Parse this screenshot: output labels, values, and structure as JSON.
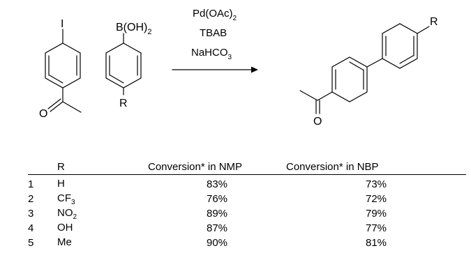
{
  "scheme": {
    "reactant1": {
      "top_label": "I",
      "bottom_label": "O"
    },
    "reactant2": {
      "top_label": "B(OH)",
      "top_label_sub": "2",
      "bottom_label": "R"
    },
    "conditions": [
      {
        "text": "Pd(OAc)",
        "sub": "2"
      },
      {
        "text": "TBAB",
        "sub": ""
      },
      {
        "text": "NaHCO",
        "sub": "3"
      }
    ],
    "product": {
      "r_label": "R",
      "o_label": "O"
    }
  },
  "table": {
    "headers": {
      "index": "",
      "r": "R",
      "nmp": "Conversion* in NMP",
      "nbp": "Conversion* in NBP"
    },
    "rows": [
      {
        "index": "1",
        "r": "H",
        "r_sub": "",
        "nmp": "83%",
        "nbp": "73%"
      },
      {
        "index": "2",
        "r": "CF",
        "r_sub": "3",
        "nmp": "76%",
        "nbp": "72%"
      },
      {
        "index": "3",
        "r": "NO",
        "r_sub": "2",
        "nmp": "89%",
        "nbp": "79%"
      },
      {
        "index": "4",
        "r": "OH",
        "r_sub": "",
        "nmp": "87%",
        "nbp": "77%"
      },
      {
        "index": "5",
        "r": "Me",
        "r_sub": "",
        "nmp": "90%",
        "nbp": "81%"
      }
    ]
  }
}
